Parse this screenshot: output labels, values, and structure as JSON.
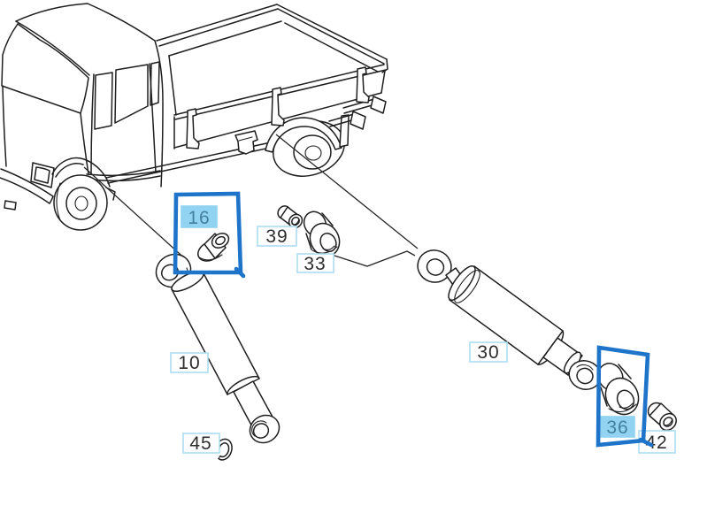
{
  "diagram": {
    "description": "truck rear shock absorber parts illustration",
    "callouts": [
      {
        "id": "16",
        "highlighted": true
      },
      {
        "id": "39",
        "highlighted": false
      },
      {
        "id": "33",
        "highlighted": false
      },
      {
        "id": "10",
        "highlighted": false
      },
      {
        "id": "45",
        "highlighted": false
      },
      {
        "id": "30",
        "highlighted": false
      },
      {
        "id": "36",
        "highlighted": true
      },
      {
        "id": "42",
        "highlighted": false
      }
    ],
    "colors": {
      "selection_box": "#1d74c9",
      "highlight_fill": "#91d3f0",
      "highlight_text": "#45809f",
      "callout_border": "#abdef2",
      "callout_text": "#2d2d2d",
      "line_art": "#1f1f1f",
      "background": "#ffffff"
    }
  }
}
